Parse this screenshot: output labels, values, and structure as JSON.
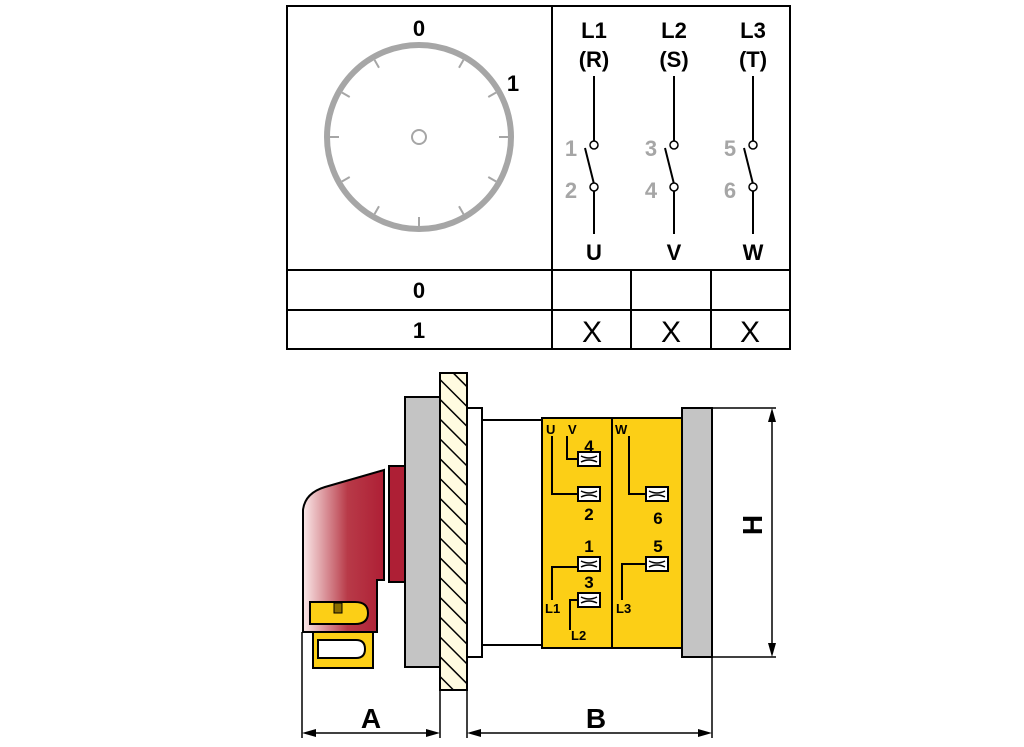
{
  "dial": {
    "pos0": "0",
    "pos1": "1"
  },
  "phases": [
    {
      "line": "L1",
      "alt": "(R)",
      "top_terminal": "1",
      "bottom_terminal": "2",
      "output": "U"
    },
    {
      "line": "L2",
      "alt": "(S)",
      "top_terminal": "3",
      "bottom_terminal": "4",
      "output": "V"
    },
    {
      "line": "L3",
      "alt": "(T)",
      "top_terminal": "5",
      "bottom_terminal": "6",
      "output": "W"
    }
  ],
  "table": {
    "rows": [
      {
        "position": "0",
        "cells": [
          "",
          "",
          ""
        ]
      },
      {
        "position": "1",
        "cells": [
          "X",
          "X",
          "X"
        ]
      }
    ]
  },
  "terminal_block": {
    "labels": {
      "u": "U",
      "v": "V",
      "w": "W",
      "l1": "L1",
      "l2": "L2",
      "l3": "L3"
    },
    "terminals": {
      "t1": "1",
      "t2": "2",
      "t3": "3",
      "t4": "4",
      "t5": "5",
      "t6": "6"
    }
  },
  "dimensions": {
    "a": "A",
    "b": "B",
    "h": "H"
  },
  "colors": {
    "handle_red": "#ae1f35",
    "terminal_yellow": "#fccf16",
    "plate_gray": "#c4c4c4",
    "hatch_fill": "#fffbe0"
  }
}
